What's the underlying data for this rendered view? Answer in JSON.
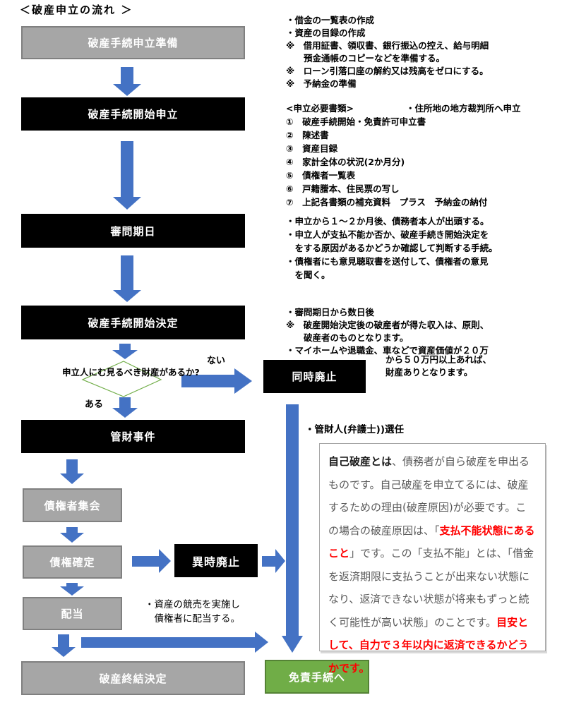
{
  "title": "＜破産申立の流れ ＞",
  "colors": {
    "arrow": "#4472c4",
    "gray_box": "#a6a6a6",
    "gray_box_border": "#808080",
    "black_box": "#000000",
    "green_box": "#70ad47",
    "green_box_border": "#548235",
    "diamond": "#70ad47",
    "red": "#ff0000",
    "info_text": "#595959"
  },
  "flow": {
    "prep": "破産手続申立準備",
    "filing": "破産手続開始申立",
    "hearing": "審問期日",
    "decision": "破産手続開始決定",
    "kanzai": "管財事件",
    "final": "破産終結決定",
    "creditors_meeting": "債権者集会",
    "claim_confirm": "債権確定",
    "dividend": "配当",
    "doji_haishi": "同時廃止",
    "iji_haishi": "異時廃止",
    "menseki": "免責手続へ"
  },
  "decision_branch": {
    "question": "申立人にむ見るべき財産があるか?",
    "no_label": "ない",
    "yes_label": "ある"
  },
  "notes": {
    "prep": [
      "・借金の一覧表の作成",
      "・資産の目録の作成",
      "※　借用証書、領収書、銀行振込の控え、給与明細",
      "　　預金通帳のコピーなどを準備する。",
      "※　ローン引落口座の解約又は残高をゼロにする。",
      "※　予納金の準備"
    ],
    "docs_header_left": "<申立必要書類>",
    "docs_header_right": "・住所地の地方裁判所へ申立",
    "docs": [
      "①　破産手続開始・免責許可申立書",
      "②　陳述書",
      "③　資産目録",
      "④　家計全体の状況(2か月分)",
      "⑤　債権者一覧表",
      "⑥　戸籍謄本、住民票の写し",
      "⑦　上記各書類の補充資料　プラス　予納金の納付"
    ],
    "hearing": [
      "・申立から１～２か月後、債務者本人が出頭する。",
      "・申立人が支払不能か否か、破産手続き開始決定を",
      "　をする原因があるかどうか確認して判断する手続。",
      "・債権者にも意見聴取書を送付して、債権者の意見",
      "　を聞く。"
    ],
    "decision": [
      "・審問期日から数日後",
      "※　破産開始決定後の破産者が得た収入は、原則、",
      "　　破産者のものとなります。",
      "・マイホームや退職金、車などで資産価値が２０万"
    ],
    "decision_indent": [
      "から５０万円以上あれば、",
      "財産ありとなります。"
    ],
    "trustee": "・管財人(弁護士))選任",
    "auction": [
      "・資産の競売を実施し",
      "　債権者に配当する。"
    ]
  },
  "info_box": {
    "segments": [
      {
        "text": "自己破産とは",
        "style": "bold"
      },
      {
        "text": "、債務者が自ら破産を申出るものです。自己破産を申立てるには、破産するための理由(破産原因)が必要です。この場合の破産原因は、「",
        "style": "normal"
      },
      {
        "text": "支払不能状態にあること",
        "style": "red"
      },
      {
        "text": "」です。この「支払不能」とは、「借金を返済期限に支払うことが出来ない状態になり、返済できない状態が将来もずっと続く可能性が高い状態」のことです。",
        "style": "normal"
      },
      {
        "text": "目安として、自力で３年以内に返済できるかどうかです。",
        "style": "red"
      }
    ]
  }
}
